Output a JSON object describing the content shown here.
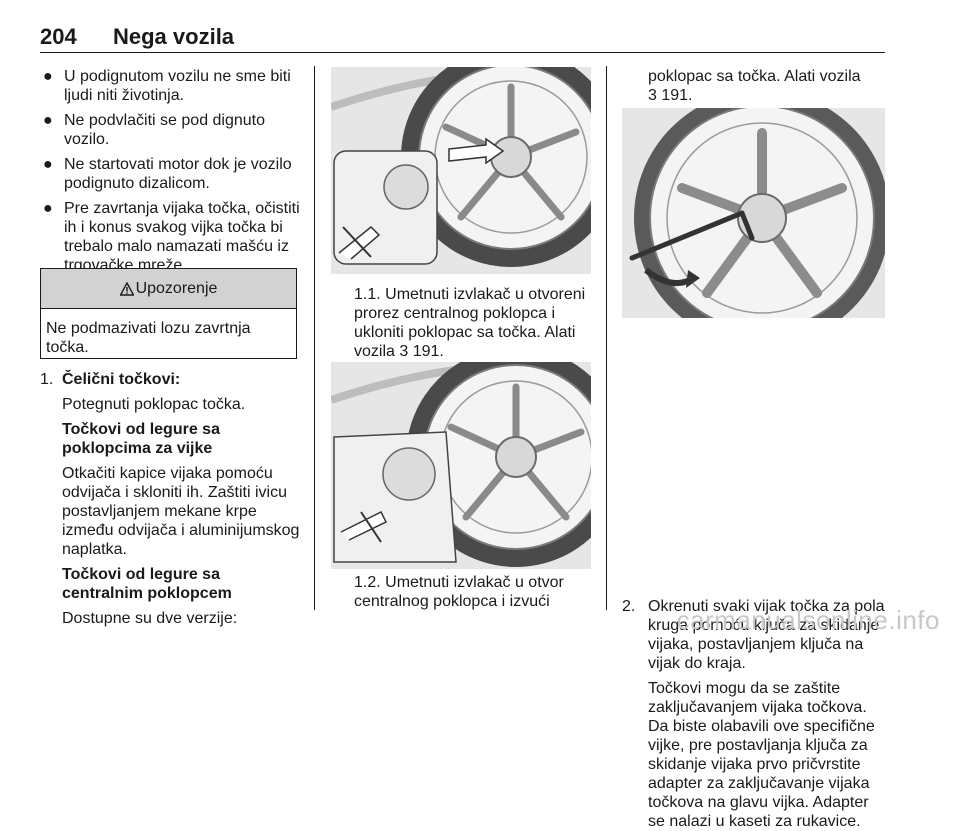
{
  "header": {
    "page_number": "204",
    "title": "Nega vozila"
  },
  "left_column": {
    "bullets": [
      "U podignutom vozilu ne sme biti ljudi niti životinja.",
      "Ne podvlačiti se pod dignuto vozilo.",
      "Ne startovati motor dok je vozilo podignuto dizalicom.",
      "Pre zavrtanja vijaka točka, očistiti ih i konus svakog vijka točka bi trebalo malo namazati mašću iz trgovačke mreže."
    ],
    "warning": {
      "symbol": "9",
      "title": "Upozorenje",
      "text": "Ne podmazivati lozu zavrtnja točka."
    },
    "step1": {
      "number": "1.",
      "heading": "Čelični točkovi:",
      "text1": "Potegnuti poklopac točka.",
      "subheading1": "Točkovi od legure sa poklopcima za vijke",
      "text2": "Otkačiti kapice vijaka pomoću odvijača i skloniti ih. Zaštiti ivicu postavljanjem mekane krpe između odvijača i aluminijumskog naplatka.",
      "subheading2": "Točkovi od legure sa centralnim poklopcem",
      "text3": "Dostupne su dve verzije:"
    }
  },
  "middle_column": {
    "caption1": "1.1. Umetnuti izvlakač u otvoreni prorez centralnog poklopca i ukloniti poklopac sa točka. Alati vozila",
    "caption1_ref": "3 191.",
    "caption2": "1.2. Umetnuti izvlakač u otvor centralnog poklopca i izvući"
  },
  "right_column": {
    "cont_text": "poklopac sa točka. Alati vozila",
    "cont_ref": "3 191.",
    "step2": {
      "number": "2.",
      "text1": "Okrenuti svaki vijak točka za pola kruga pomoću ključa za skidanje vijaka, postavljanjem ključa na vijak do kraja.",
      "text2": "Točkovi mogu da se zaštite zaključavanjem vijaka točkova. Da biste olabavili ove specifične vijke, pre postavljanja ključa za skidanje vijaka prvo pričvrstite adapter za zaključavanje vijaka točkova na glavu vijka. Adapter se nalazi u kaseti za rukavice."
    }
  },
  "watermark": "carmanualsonline.info"
}
